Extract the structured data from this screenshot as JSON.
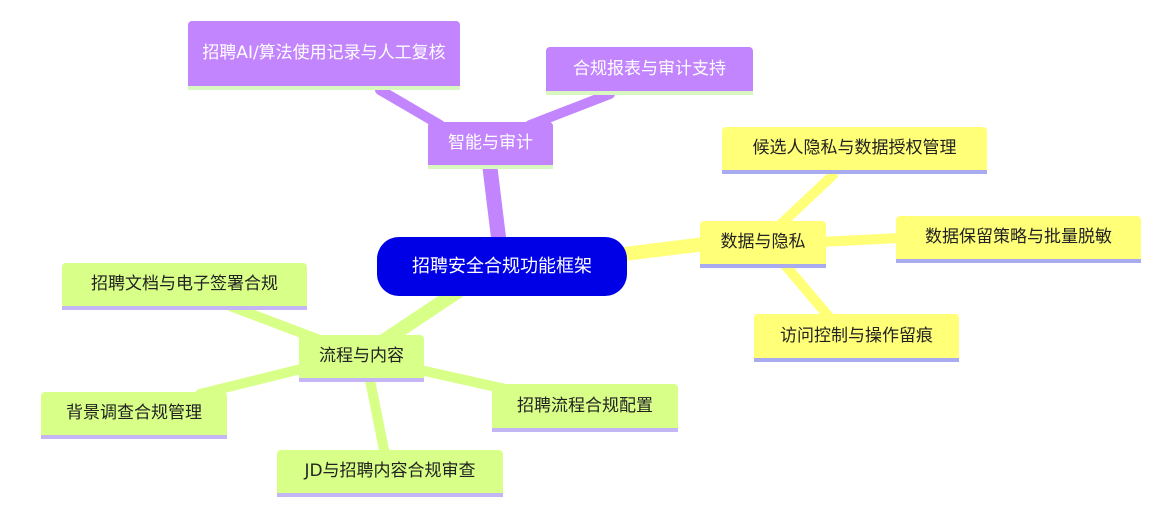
{
  "root": {
    "label": "招聘安全合规功能框架"
  },
  "branches": [
    {
      "label": "智能与审计",
      "color": "#c285fd",
      "children": [
        "招聘AI/算法使用记录与人工复核",
        "合规报表与审计支持"
      ]
    },
    {
      "label": "数据与隐私",
      "color": "#ffff78",
      "children": [
        "候选人隐私与数据授权管理",
        "数据保留策略与批量脱敏",
        "访问控制与操作留痕"
      ]
    },
    {
      "label": "流程与内容",
      "color": "#d8ff88",
      "children": [
        "招聘文档与电子签署合规",
        "背景调查合规管理",
        "招聘流程合规配置",
        "JD与招聘内容合规审查"
      ]
    }
  ]
}
